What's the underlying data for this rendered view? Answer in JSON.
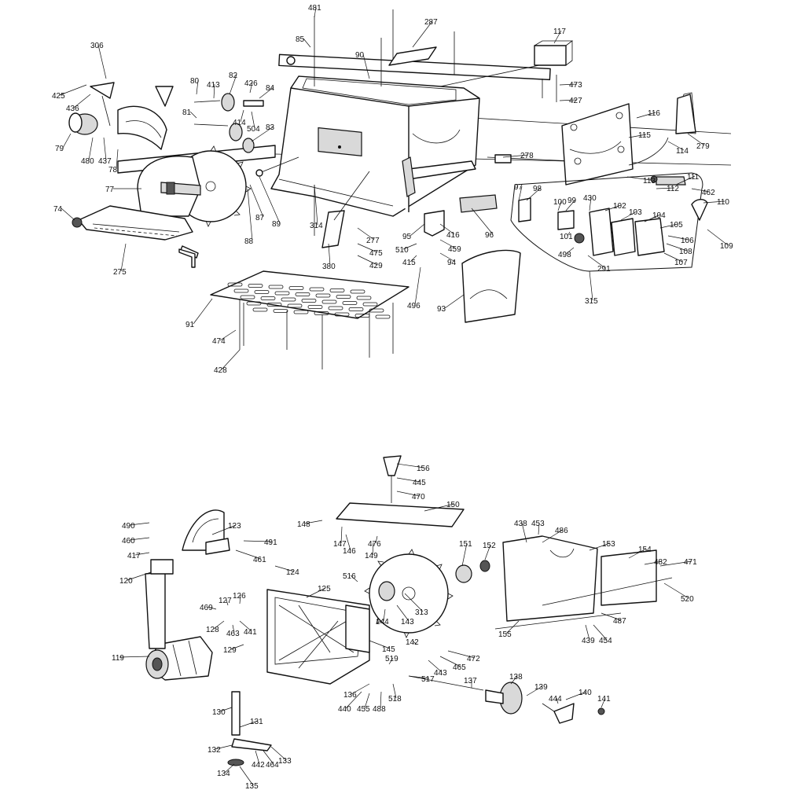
{
  "callouts": [
    {
      "id": "c481",
      "text": "481"
    },
    {
      "id": "c85",
      "text": "85"
    },
    {
      "id": "c287",
      "text": "287"
    },
    {
      "id": "c117",
      "text": "117"
    },
    {
      "id": "c306",
      "text": "306"
    },
    {
      "id": "c90",
      "text": "90"
    },
    {
      "id": "c80",
      "text": "80"
    },
    {
      "id": "c413",
      "text": "413"
    },
    {
      "id": "c82",
      "text": "82"
    },
    {
      "id": "c426",
      "text": "426"
    },
    {
      "id": "c84",
      "text": "84"
    },
    {
      "id": "c425",
      "text": "425"
    },
    {
      "id": "c436",
      "text": "436"
    },
    {
      "id": "c473",
      "text": "473"
    },
    {
      "id": "c427",
      "text": "427"
    },
    {
      "id": "c81",
      "text": "81"
    },
    {
      "id": "c414",
      "text": "414"
    },
    {
      "id": "c504",
      "text": "504"
    },
    {
      "id": "c83",
      "text": "83"
    },
    {
      "id": "c116",
      "text": "116"
    },
    {
      "id": "c115",
      "text": "115"
    },
    {
      "id": "c79",
      "text": "79"
    },
    {
      "id": "c480",
      "text": "480"
    },
    {
      "id": "c437",
      "text": "437"
    },
    {
      "id": "c78",
      "text": "78"
    },
    {
      "id": "c279",
      "text": "279"
    },
    {
      "id": "c114",
      "text": "114"
    },
    {
      "id": "c278",
      "text": "278"
    },
    {
      "id": "c113",
      "text": "113"
    },
    {
      "id": "c111",
      "text": "111"
    },
    {
      "id": "c112",
      "text": "112"
    },
    {
      "id": "c462",
      "text": "462"
    },
    {
      "id": "c110",
      "text": "110"
    },
    {
      "id": "c77",
      "text": "77"
    },
    {
      "id": "c97",
      "text": "97"
    },
    {
      "id": "c98",
      "text": "98"
    },
    {
      "id": "c100",
      "text": "100"
    },
    {
      "id": "c99",
      "text": "99"
    },
    {
      "id": "c430",
      "text": "430"
    },
    {
      "id": "c102",
      "text": "102"
    },
    {
      "id": "c103",
      "text": "103"
    },
    {
      "id": "c104",
      "text": "104"
    },
    {
      "id": "c105",
      "text": "105"
    },
    {
      "id": "c106",
      "text": "106"
    },
    {
      "id": "c108",
      "text": "108"
    },
    {
      "id": "c107",
      "text": "107"
    },
    {
      "id": "c109",
      "text": "109"
    },
    {
      "id": "c74",
      "text": "74"
    },
    {
      "id": "c87",
      "text": "87"
    },
    {
      "id": "c88",
      "text": "88"
    },
    {
      "id": "c89",
      "text": "89"
    },
    {
      "id": "c314",
      "text": "314"
    },
    {
      "id": "c277",
      "text": "277"
    },
    {
      "id": "c475",
      "text": "475"
    },
    {
      "id": "c429",
      "text": "429"
    },
    {
      "id": "c95",
      "text": "95"
    },
    {
      "id": "c416",
      "text": "416"
    },
    {
      "id": "c96",
      "text": "96"
    },
    {
      "id": "c510",
      "text": "510"
    },
    {
      "id": "c459",
      "text": "459"
    },
    {
      "id": "c415",
      "text": "415"
    },
    {
      "id": "c94",
      "text": "94"
    },
    {
      "id": "c101",
      "text": "101"
    },
    {
      "id": "c498",
      "text": "498"
    },
    {
      "id": "c291",
      "text": "291"
    },
    {
      "id": "c315",
      "text": "315"
    },
    {
      "id": "c275",
      "text": "275"
    },
    {
      "id": "c380",
      "text": "380"
    },
    {
      "id": "c496",
      "text": "496"
    },
    {
      "id": "c93",
      "text": "93"
    },
    {
      "id": "c91",
      "text": "91"
    },
    {
      "id": "c474",
      "text": "474"
    },
    {
      "id": "c428",
      "text": "428"
    },
    {
      "id": "c156",
      "text": "156"
    },
    {
      "id": "c445",
      "text": "445"
    },
    {
      "id": "c470",
      "text": "470"
    },
    {
      "id": "c150",
      "text": "150"
    },
    {
      "id": "c148",
      "text": "148"
    },
    {
      "id": "c438",
      "text": "438"
    },
    {
      "id": "c453",
      "text": "453"
    },
    {
      "id": "c486",
      "text": "486"
    },
    {
      "id": "c490",
      "text": "490"
    },
    {
      "id": "c123",
      "text": "123"
    },
    {
      "id": "c460",
      "text": "460"
    },
    {
      "id": "c491",
      "text": "491"
    },
    {
      "id": "c147",
      "text": "147"
    },
    {
      "id": "c476",
      "text": "476"
    },
    {
      "id": "c151",
      "text": "151"
    },
    {
      "id": "c152",
      "text": "152"
    },
    {
      "id": "c153",
      "text": "153"
    },
    {
      "id": "c154",
      "text": "154"
    },
    {
      "id": "c417",
      "text": "417"
    },
    {
      "id": "c461",
      "text": "461"
    },
    {
      "id": "c146",
      "text": "146"
    },
    {
      "id": "c149",
      "text": "149"
    },
    {
      "id": "c482",
      "text": "482"
    },
    {
      "id": "c471",
      "text": "471"
    },
    {
      "id": "c124",
      "text": "124"
    },
    {
      "id": "c120",
      "text": "120"
    },
    {
      "id": "c516",
      "text": "516"
    },
    {
      "id": "c125",
      "text": "125"
    },
    {
      "id": "c520",
      "text": "520"
    },
    {
      "id": "c127",
      "text": "127"
    },
    {
      "id": "c126",
      "text": "126"
    },
    {
      "id": "c469",
      "text": "469"
    },
    {
      "id": "c313",
      "text": "313"
    },
    {
      "id": "c144",
      "text": "144"
    },
    {
      "id": "c143",
      "text": "143"
    },
    {
      "id": "c487",
      "text": "487"
    },
    {
      "id": "c128",
      "text": "128"
    },
    {
      "id": "c463",
      "text": "463"
    },
    {
      "id": "c441",
      "text": "441"
    },
    {
      "id": "c155",
      "text": "155"
    },
    {
      "id": "c439",
      "text": "439"
    },
    {
      "id": "c454",
      "text": "454"
    },
    {
      "id": "c142",
      "text": "142"
    },
    {
      "id": "c145",
      "text": "145"
    },
    {
      "id": "c129",
      "text": "129"
    },
    {
      "id": "c472",
      "text": "472"
    },
    {
      "id": "c119",
      "text": "119"
    },
    {
      "id": "c519",
      "text": "519"
    },
    {
      "id": "c443",
      "text": "443"
    },
    {
      "id": "c465",
      "text": "465"
    },
    {
      "id": "c517",
      "text": "517"
    },
    {
      "id": "c138",
      "text": "138"
    },
    {
      "id": "c137",
      "text": "137"
    },
    {
      "id": "c136",
      "text": "136"
    },
    {
      "id": "c518",
      "text": "518"
    },
    {
      "id": "c139",
      "text": "139"
    },
    {
      "id": "c140",
      "text": "140"
    },
    {
      "id": "c444",
      "text": "444"
    },
    {
      "id": "c440",
      "text": "440"
    },
    {
      "id": "c455",
      "text": "455"
    },
    {
      "id": "c488",
      "text": "488"
    },
    {
      "id": "c141",
      "text": "141"
    },
    {
      "id": "c130",
      "text": "130"
    },
    {
      "id": "c131",
      "text": "131"
    },
    {
      "id": "c132",
      "text": "132"
    },
    {
      "id": "c442",
      "text": "442"
    },
    {
      "id": "c464",
      "text": "464"
    },
    {
      "id": "c133",
      "text": "133"
    },
    {
      "id": "c134",
      "text": "134"
    },
    {
      "id": "c135",
      "text": "135"
    }
  ]
}
